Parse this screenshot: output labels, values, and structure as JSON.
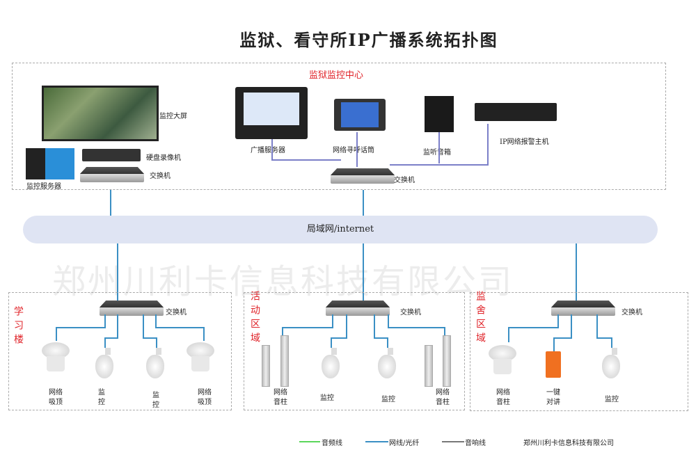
{
  "title": "监狱、看守所IP广播系统拓扑图",
  "center": {
    "title": "监狱监控中心",
    "video_wall": "监控大屏",
    "dvr": "硬盘录像机",
    "switch": "交换机",
    "monitor_server": "监控服务器",
    "broadcast_server": "广播服务器",
    "paging_mic": "网络寻呼话筒",
    "monitor_speaker": "监听音箱",
    "alarm_host": "IP网络报警主机",
    "center_switch": "交换机"
  },
  "network": "局域网/internet",
  "watermark": "郑州川利卡信息科技有限公司",
  "zones": [
    {
      "name": "学习楼",
      "switch": "交换机",
      "devices": [
        "网络\n吸顶",
        "监\n控",
        "监\n控",
        "网络\n吸顶"
      ]
    },
    {
      "name": "活动区域",
      "switch": "交换机",
      "devices": [
        "网络\n音柱",
        "监控",
        "监控",
        "网络\n音柱"
      ]
    },
    {
      "name": "监舍区域",
      "switch": "交换机",
      "devices": [
        "网络\n音柱",
        "一键\n对讲",
        "监控"
      ]
    }
  ],
  "legend": {
    "audio": "音频线",
    "network": "网线/光纤",
    "speaker": "音响线",
    "company": "郑州川利卡信息科技有限公司"
  },
  "colors": {
    "network_line": "#3a8fc4",
    "audio_line": "#5ad65a",
    "speaker_line": "#777777",
    "zone_label": "#e0242a"
  }
}
